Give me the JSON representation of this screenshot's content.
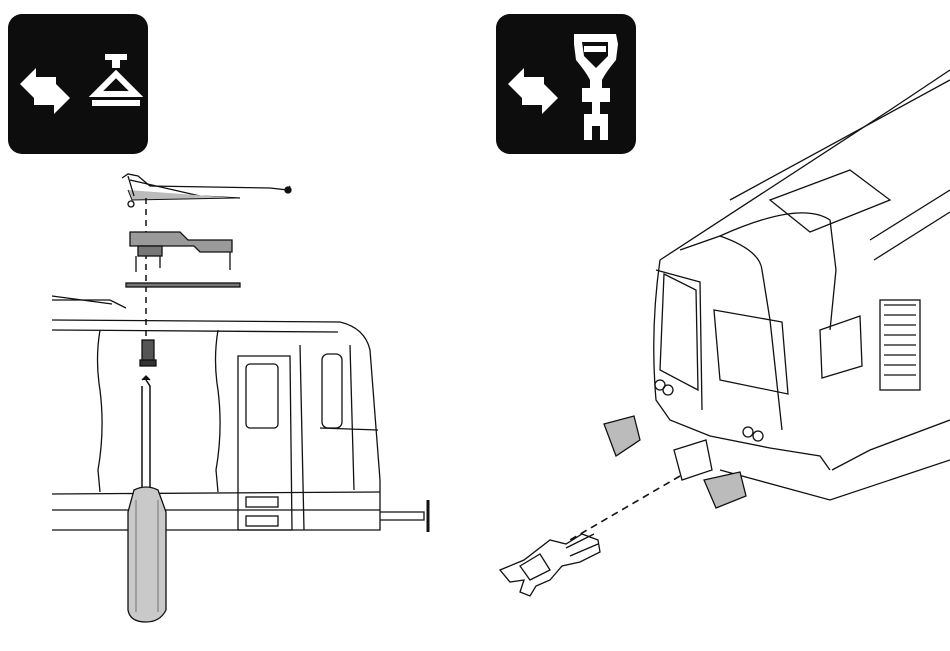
{
  "figure": {
    "left_panel": {
      "icon": "exchange-pantograph-icon",
      "tool": "screwdriver",
      "exploded_parts": [
        "pantograph",
        "pantograph-base",
        "insulator-plate",
        "mounting-screw"
      ]
    },
    "right_panel": {
      "icon": "exchange-coupler-icon",
      "part": "coupler"
    },
    "colors": {
      "badge_bg": "#0d0d0d",
      "line": "#111111",
      "paper": "#ffffff"
    }
  }
}
